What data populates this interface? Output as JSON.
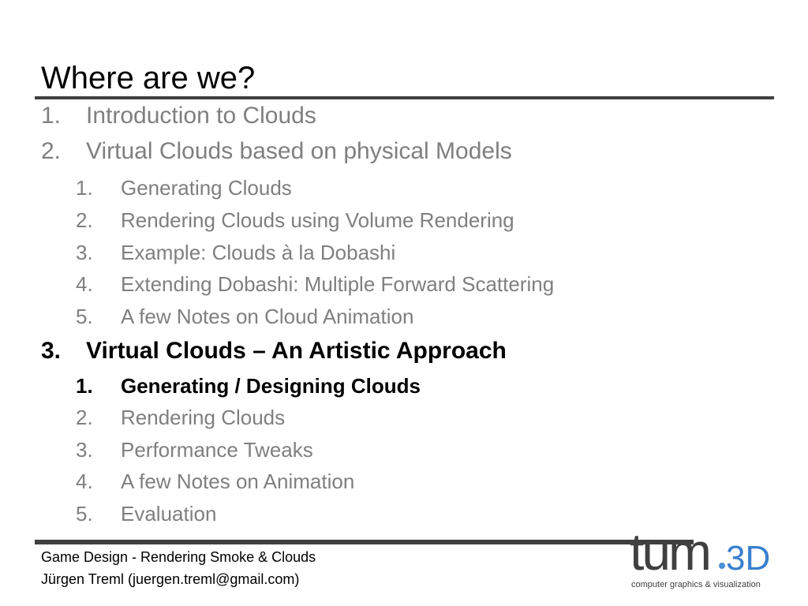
{
  "slide": {
    "title": "Where are we?"
  },
  "outline": [
    {
      "number": "1.",
      "text": "Introduction to Clouds",
      "level": 1,
      "active": false
    },
    {
      "number": "2.",
      "text": "Virtual Clouds based on physical Models",
      "level": 1,
      "active": false
    },
    {
      "number": "1.",
      "text": "Generating Clouds",
      "level": 2,
      "active": false
    },
    {
      "number": "2.",
      "text": "Rendering Clouds using Volume Rendering",
      "level": 2,
      "active": false
    },
    {
      "number": "3.",
      "text": "Example: Clouds à la Dobashi",
      "level": 2,
      "active": false
    },
    {
      "number": "4.",
      "text": "Extending Dobashi: Multiple Forward Scattering",
      "level": 2,
      "active": false
    },
    {
      "number": "5.",
      "text": "A few Notes on Cloud Animation",
      "level": 2,
      "active": false
    },
    {
      "number": "3.",
      "text": "Virtual Clouds – An Artistic Approach",
      "level": 1,
      "active": true
    },
    {
      "number": "1.",
      "text": "Generating / Designing Clouds",
      "level": 2,
      "active": true
    },
    {
      "number": "2.",
      "text": "Rendering Clouds",
      "level": 2,
      "active": false
    },
    {
      "number": "3.",
      "text": "Performance Tweaks",
      "level": 2,
      "active": false
    },
    {
      "number": "4.",
      "text": "A few Notes on Animation",
      "level": 2,
      "active": false
    },
    {
      "number": "5.",
      "text": "Evaluation",
      "level": 2,
      "active": false
    }
  ],
  "footer": {
    "line1": "Game Design - Rendering Smoke & Clouds",
    "line2": "Jürgen Treml (juergen.treml@gmail.com)"
  },
  "logo": {
    "wordmark": "tum.3D",
    "tagline": "computer graphics & visualization",
    "colors": {
      "tum": "#404040",
      "dot": "#4a90d9",
      "threeD": "#3a7fcf"
    }
  },
  "colors": {
    "inactive": "#7f7f7f",
    "active": "#000000",
    "rule": "#404040"
  }
}
